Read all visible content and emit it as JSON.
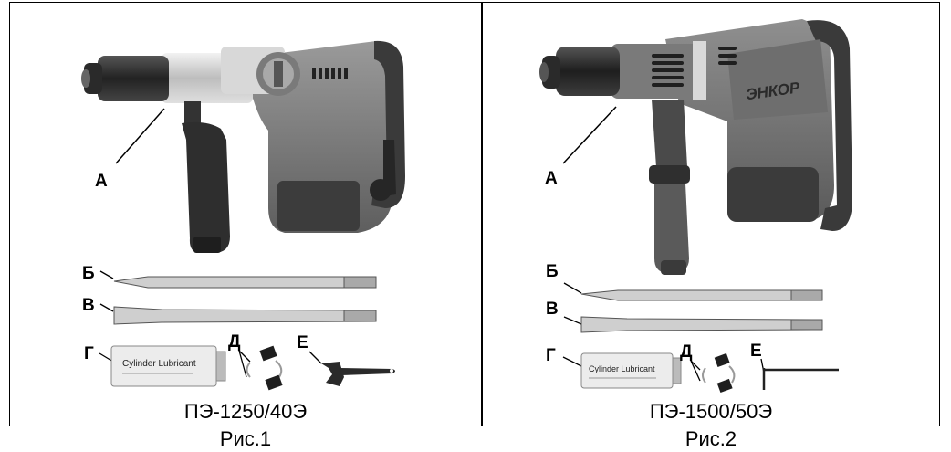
{
  "figures": [
    {
      "labels": {
        "a": "А",
        "b": "Б",
        "v": "В",
        "g": "Г",
        "d": "Д",
        "e": "Е"
      },
      "tube_text": "Cylinder Lubricant",
      "model": "ПЭ-1250/40Э",
      "caption": "Рис.1"
    },
    {
      "labels": {
        "a": "А",
        "b": "Б",
        "v": "В",
        "g": "Г",
        "d": "Д",
        "e": "Е"
      },
      "tube_text": "Cylinder Lubricant",
      "brand": "ЭНКОР",
      "model": "ПЭ-1500/50Э",
      "caption": "Рис.2"
    }
  ]
}
